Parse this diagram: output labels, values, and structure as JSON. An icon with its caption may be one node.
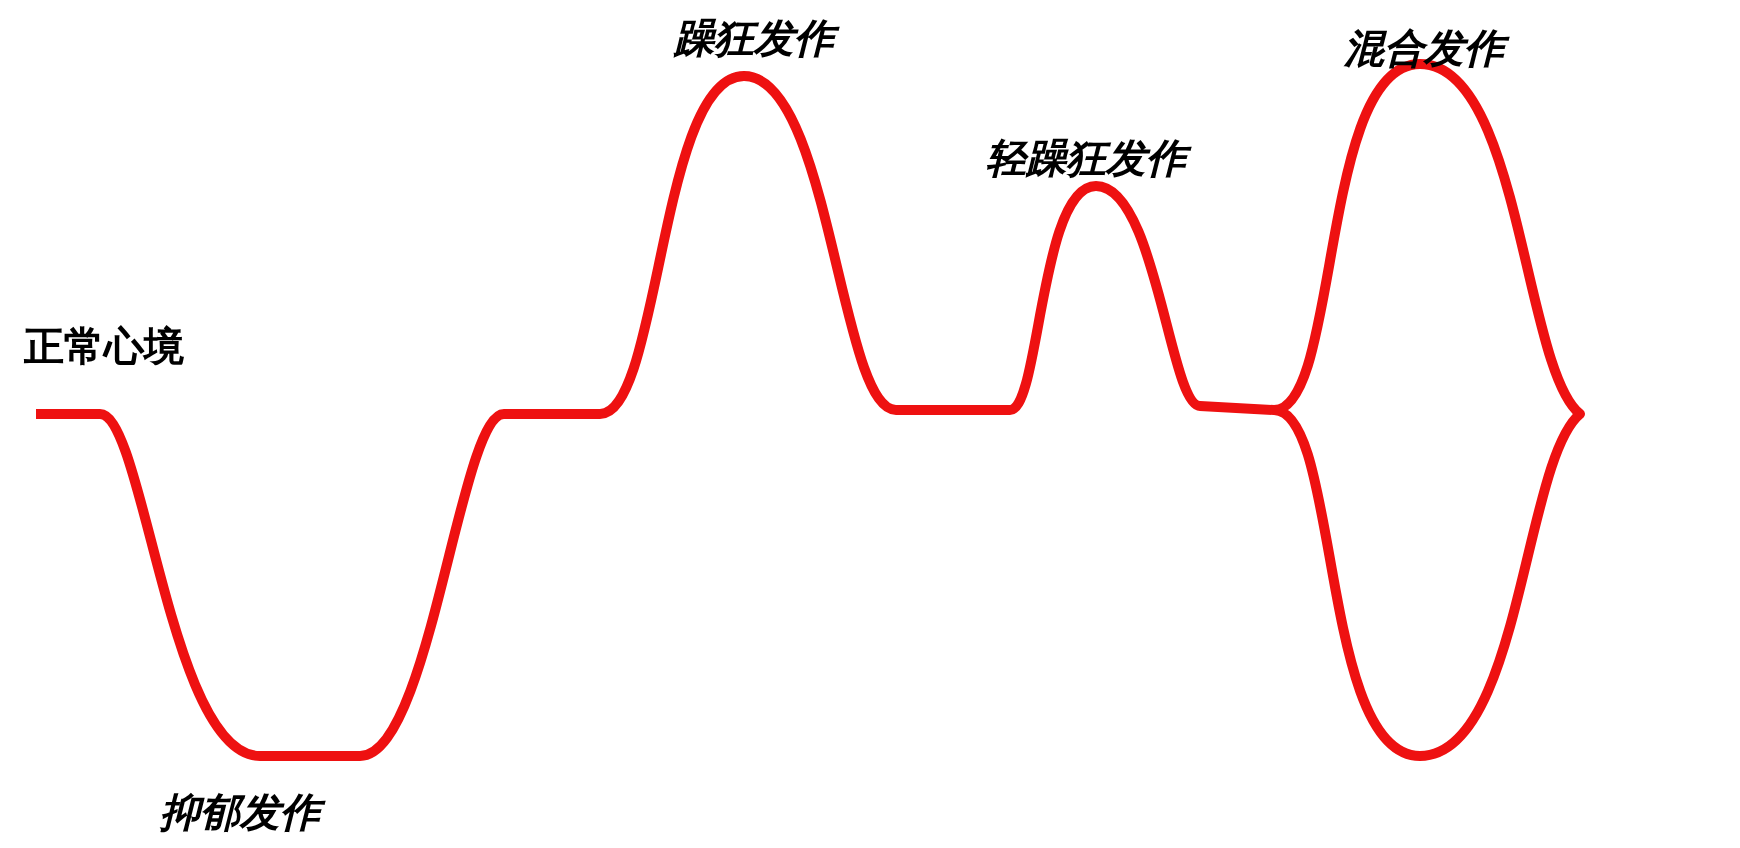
{
  "diagram": {
    "labels": [
      "正常心境",
      "抑郁发作",
      "躁狂发作",
      "轻躁狂发作",
      "混合发作"
    ]
  }
}
